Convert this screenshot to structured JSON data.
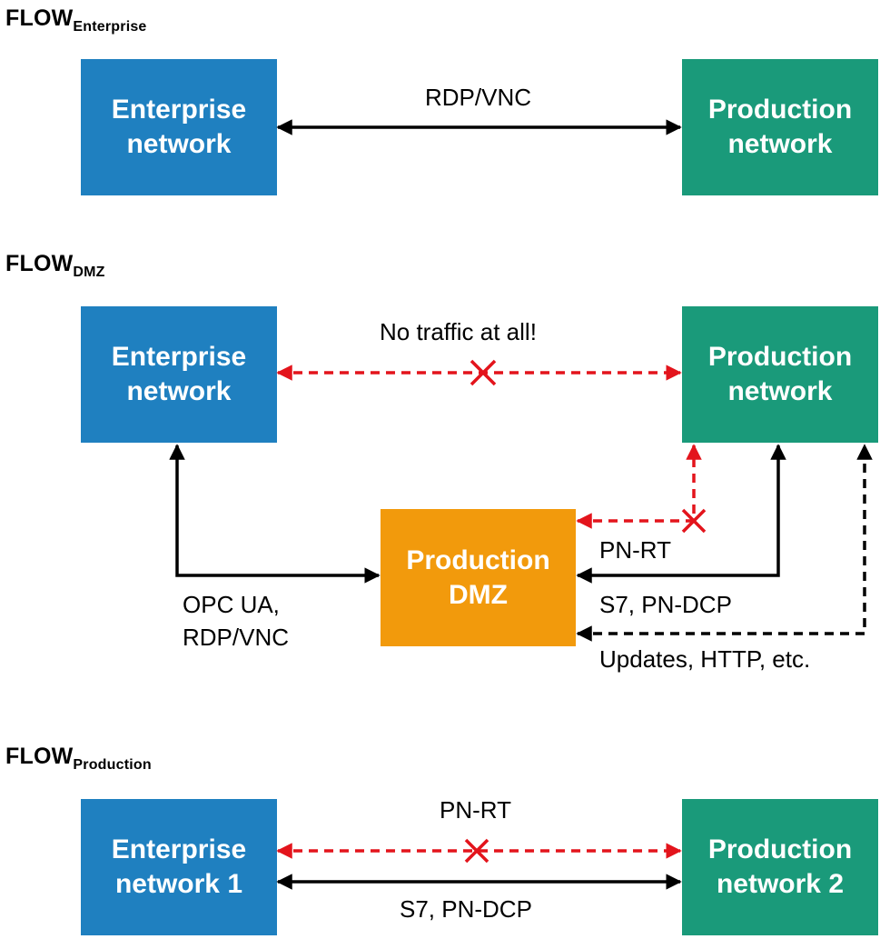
{
  "sections": {
    "enterprise": {
      "title_main": "FLOW",
      "title_sub": "Enterprise",
      "left_box": {
        "line1": "Enterprise",
        "line2": "network"
      },
      "right_box": {
        "line1": "Production",
        "line2": "network"
      },
      "link_label": "RDP/VNC"
    },
    "dmz": {
      "title_main": "FLOW",
      "title_sub": "DMZ",
      "left_box": {
        "line1": "Enterprise",
        "line2": "network"
      },
      "right_box": {
        "line1": "Production",
        "line2": "network"
      },
      "center_box": {
        "line1": "Production",
        "line2": "DMZ"
      },
      "blocked_label": "No traffic at all!",
      "opc_label_line1": "OPC UA,",
      "opc_label_line2": "RDP/VNC",
      "pnrt_label": "PN-RT",
      "s7_label": "S7, PN-DCP",
      "updates_label": "Updates, HTTP, etc."
    },
    "production": {
      "title_main": "FLOW",
      "title_sub": "Production",
      "left_box": {
        "line1": "Enterprise",
        "line2": "network 1"
      },
      "right_box": {
        "line1": "Production",
        "line2": "network 2"
      },
      "blocked_label": "PN-RT",
      "allowed_label": "S7, PN-DCP"
    }
  },
  "colors": {
    "enterprise_box": "#1f80c0",
    "production_box": "#1a9a7a",
    "dmz_box": "#f29a0c",
    "allowed_link": "#000000",
    "blocked_link": "#e3141c"
  }
}
